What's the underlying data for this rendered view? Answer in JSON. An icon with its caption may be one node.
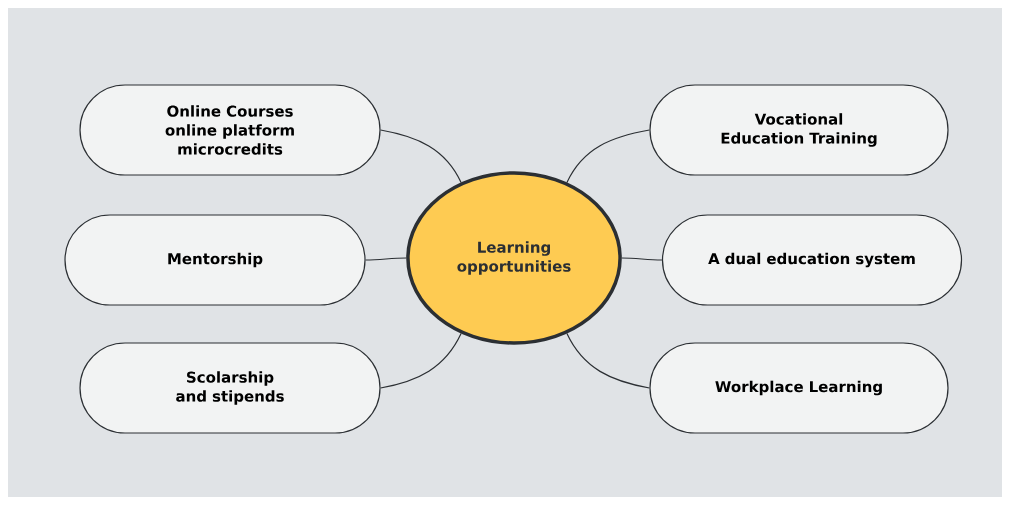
{
  "diagram": {
    "nodes": [
      {
        "text": [
          "Online Courses online platform microcredits"
        ]
      },
      {
        "text": [
          "Vocational Education Training"
        ]
      },
      {
        "text": [
          "Mentorship"
        ]
      },
      {
        "text": [
          "Learning opportunities"
        ]
      },
      {
        "text": [
          "A dual education system"
        ]
      },
      {
        "text": [
          "Scolarship and stipends"
        ]
      },
      {
        "text": [
          "Workplace Learning"
        ]
      }
    ],
    "edges": [
      {
        "from": 3,
        "to": 0,
        "arrow": "none"
      },
      {
        "from": 3,
        "to": 1,
        "arrow": "none"
      },
      {
        "from": 3,
        "to": 2,
        "arrow": "none"
      },
      {
        "from": 3,
        "to": 4,
        "arrow": "none"
      },
      {
        "from": 3,
        "to": 5,
        "arrow": "none"
      },
      {
        "from": 3,
        "to": 6,
        "arrow": "none"
      }
    ]
  }
}
